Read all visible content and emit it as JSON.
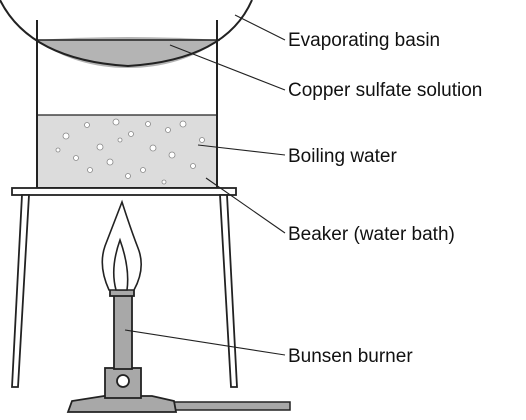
{
  "labels": {
    "evaporating_basin": "Evaporating basin",
    "copper_sulfate_solution": "Copper sulfate solution",
    "boiling_water": "Boiling water",
    "beaker": "Beaker (water bath)",
    "bunsen_burner": "Bunsen burner"
  },
  "colors": {
    "outline": "#222222",
    "solution": "#b4b4b4",
    "water": "#dcdcdc",
    "burner": "#a8a8a8",
    "flame": "#ffffff"
  }
}
